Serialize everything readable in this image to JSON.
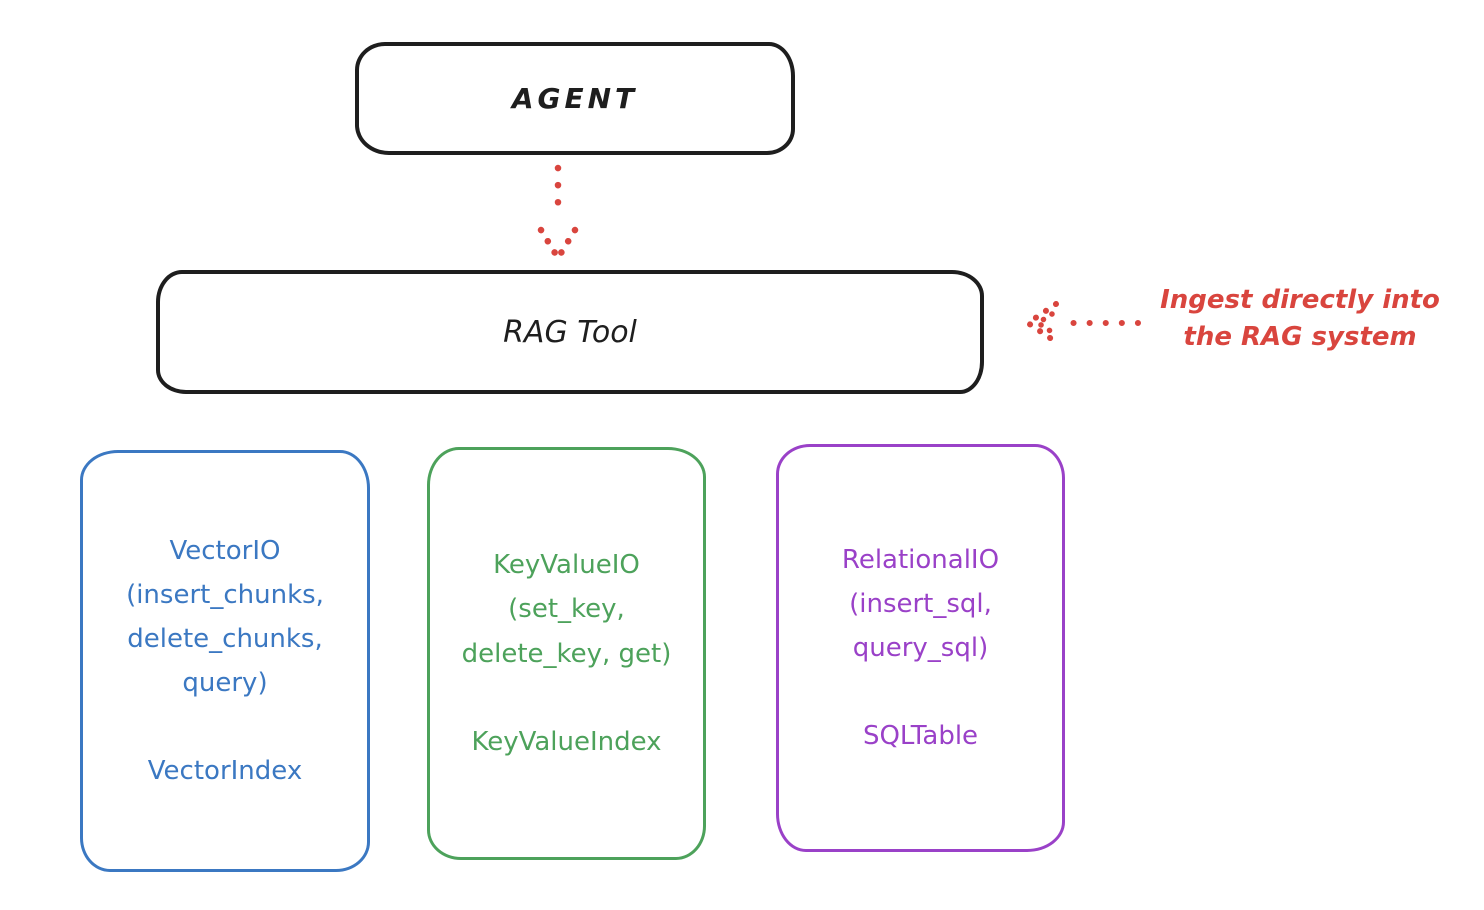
{
  "colors": {
    "ink": "#1e1e1e",
    "red": "#d9453e",
    "blue": "#3b78c2",
    "green": "#4da25b",
    "purple": "#9a41c8",
    "background": "#ffffff"
  },
  "nodes": {
    "agent": {
      "label": "AGENT"
    },
    "rag_tool": {
      "label": "RAG Tool"
    }
  },
  "annotation": {
    "text": "Ingest directly into\nthe RAG system"
  },
  "stores": [
    {
      "name": "vector-io",
      "color_key": "blue",
      "io_text": "VectorIO\n(insert_chunks,\ndelete_chunks,\nquery)",
      "index_text": "VectorIndex"
    },
    {
      "name": "keyvalue-io",
      "color_key": "green",
      "io_text": "KeyValueIO\n(set_key,\ndelete_key, get)",
      "index_text": "KeyValueIndex"
    },
    {
      "name": "relational-io",
      "color_key": "purple",
      "io_text": "RelationalIO\n(insert_sql,\nquery_sql)",
      "index_text": "SQLTable"
    }
  ]
}
